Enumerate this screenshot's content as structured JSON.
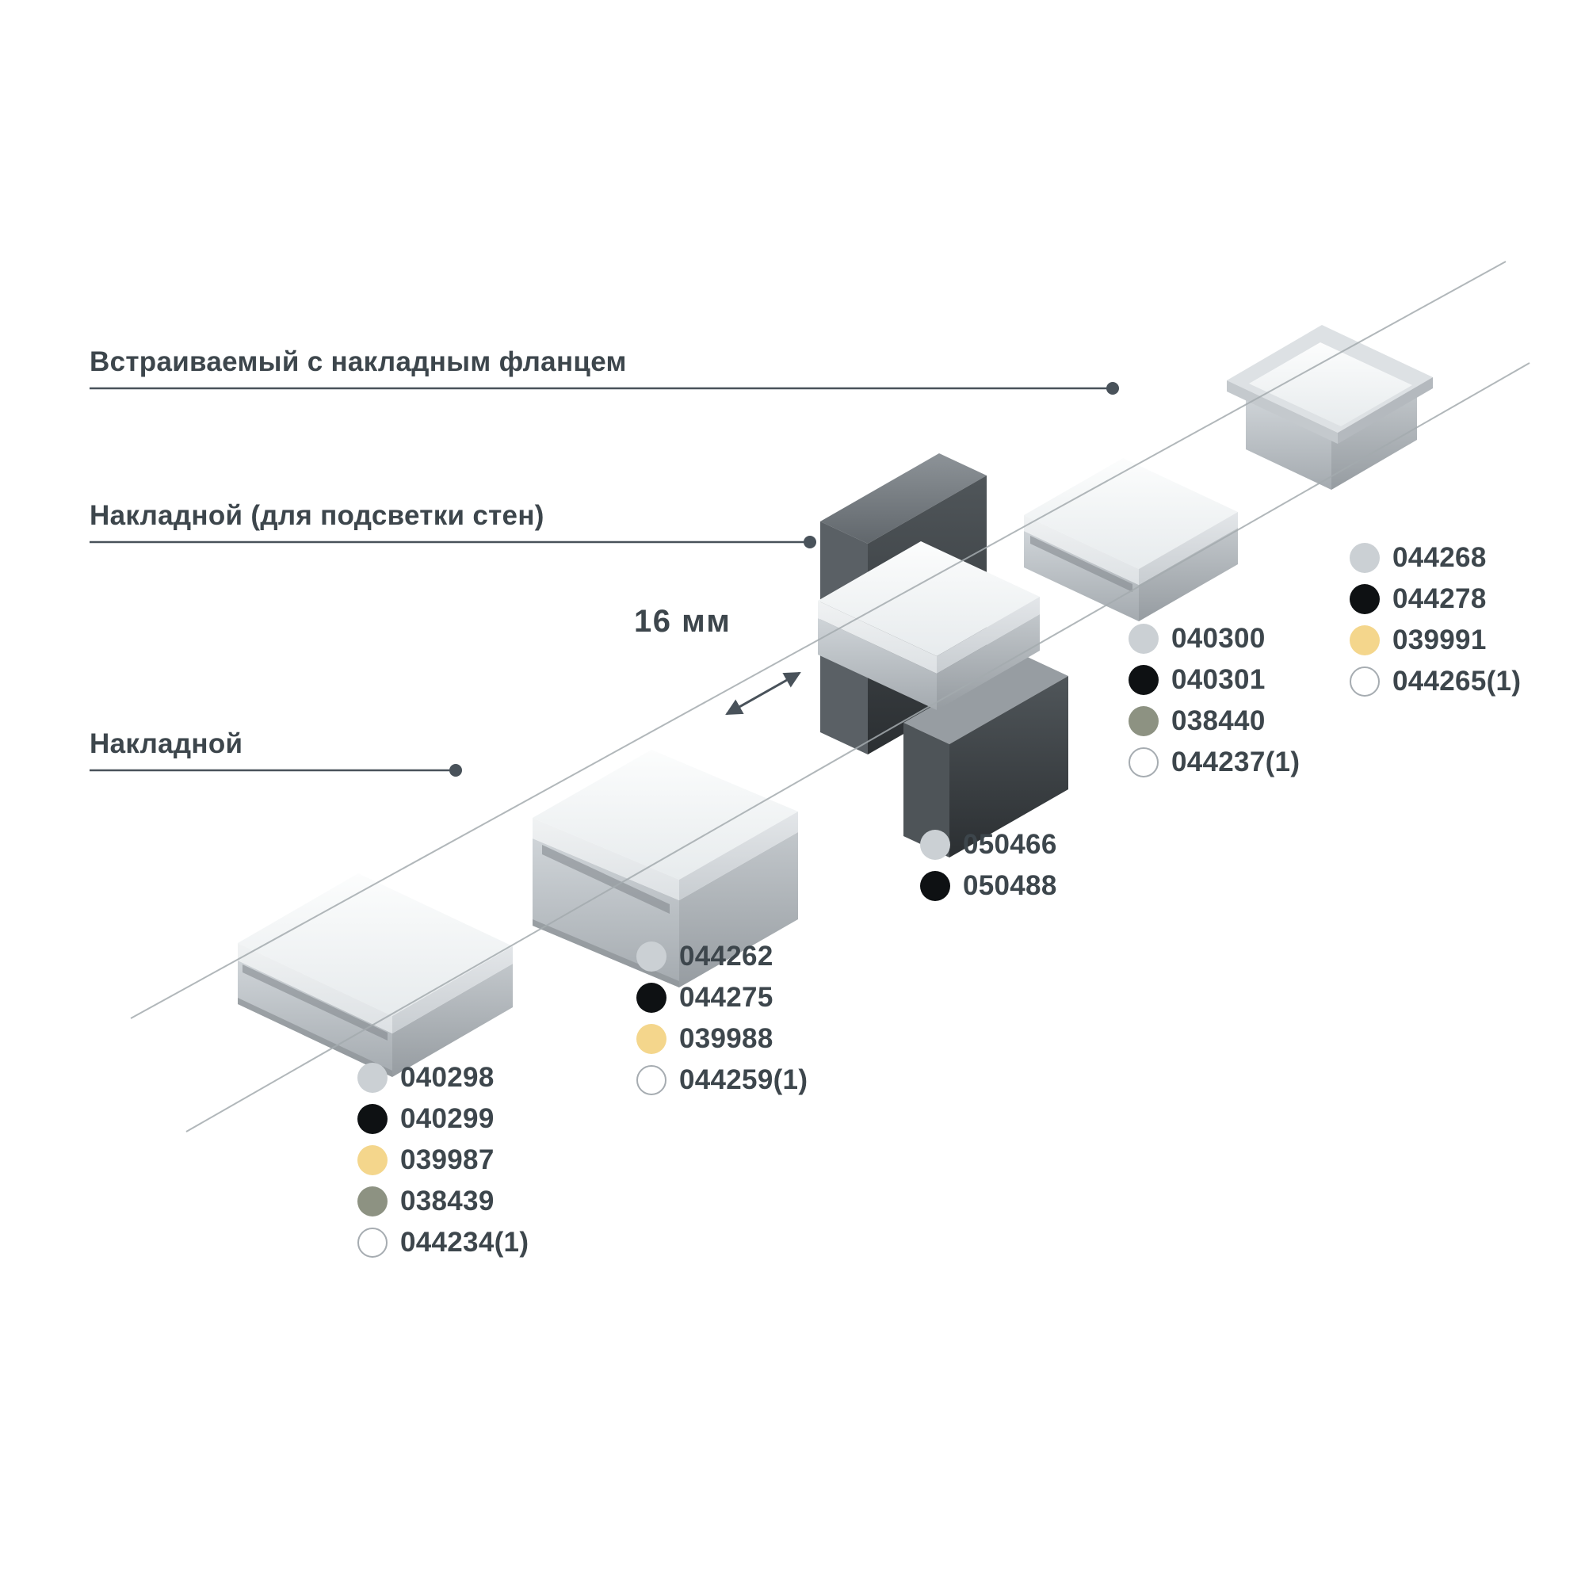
{
  "labels": {
    "recessed_flange": "Встраиваемый с накладным фланцем",
    "surface_wall": "Накладной (для подсветки стен)",
    "surface": "Накладной"
  },
  "dimension": {
    "label": "16 мм"
  },
  "code_groups": [
    {
      "name": "surface-low-profile-codes",
      "items": [
        {
          "color": "gray",
          "code": "040298"
        },
        {
          "color": "black",
          "code": "040299"
        },
        {
          "color": "yellow",
          "code": "039987"
        },
        {
          "color": "olive",
          "code": "038439"
        },
        {
          "color": "white",
          "code": "044234(1)"
        }
      ]
    },
    {
      "name": "surface-tall-profile-codes",
      "items": [
        {
          "color": "gray",
          "code": "044262"
        },
        {
          "color": "black",
          "code": "044275"
        },
        {
          "color": "yellow",
          "code": "039988"
        },
        {
          "color": "white",
          "code": "044259(1)"
        }
      ]
    },
    {
      "name": "wall-mount-profile-codes",
      "items": [
        {
          "color": "gray",
          "code": "050466"
        },
        {
          "color": "black",
          "code": "050488"
        }
      ]
    },
    {
      "name": "recessed-profile-codes",
      "items": [
        {
          "color": "gray",
          "code": "040300"
        },
        {
          "color": "black",
          "code": "040301"
        },
        {
          "color": "olive",
          "code": "038440"
        },
        {
          "color": "white",
          "code": "044237(1)"
        }
      ]
    },
    {
      "name": "recessed-flange-profile-codes",
      "items": [
        {
          "color": "gray",
          "code": "044268"
        },
        {
          "color": "black",
          "code": "044278"
        },
        {
          "color": "yellow",
          "code": "039991"
        },
        {
          "color": "white",
          "code": "044265(1)"
        }
      ]
    }
  ],
  "palette": {
    "text": "#3d464c",
    "axis_line": "#a3aaae",
    "leader_line": "#49525a",
    "dot_gray": "#cbd0d4",
    "dot_black": "#0e1113",
    "dot_yellow": "#f4d68c",
    "dot_olive": "#8d9282",
    "dot_white_border": "#a6acb1"
  }
}
